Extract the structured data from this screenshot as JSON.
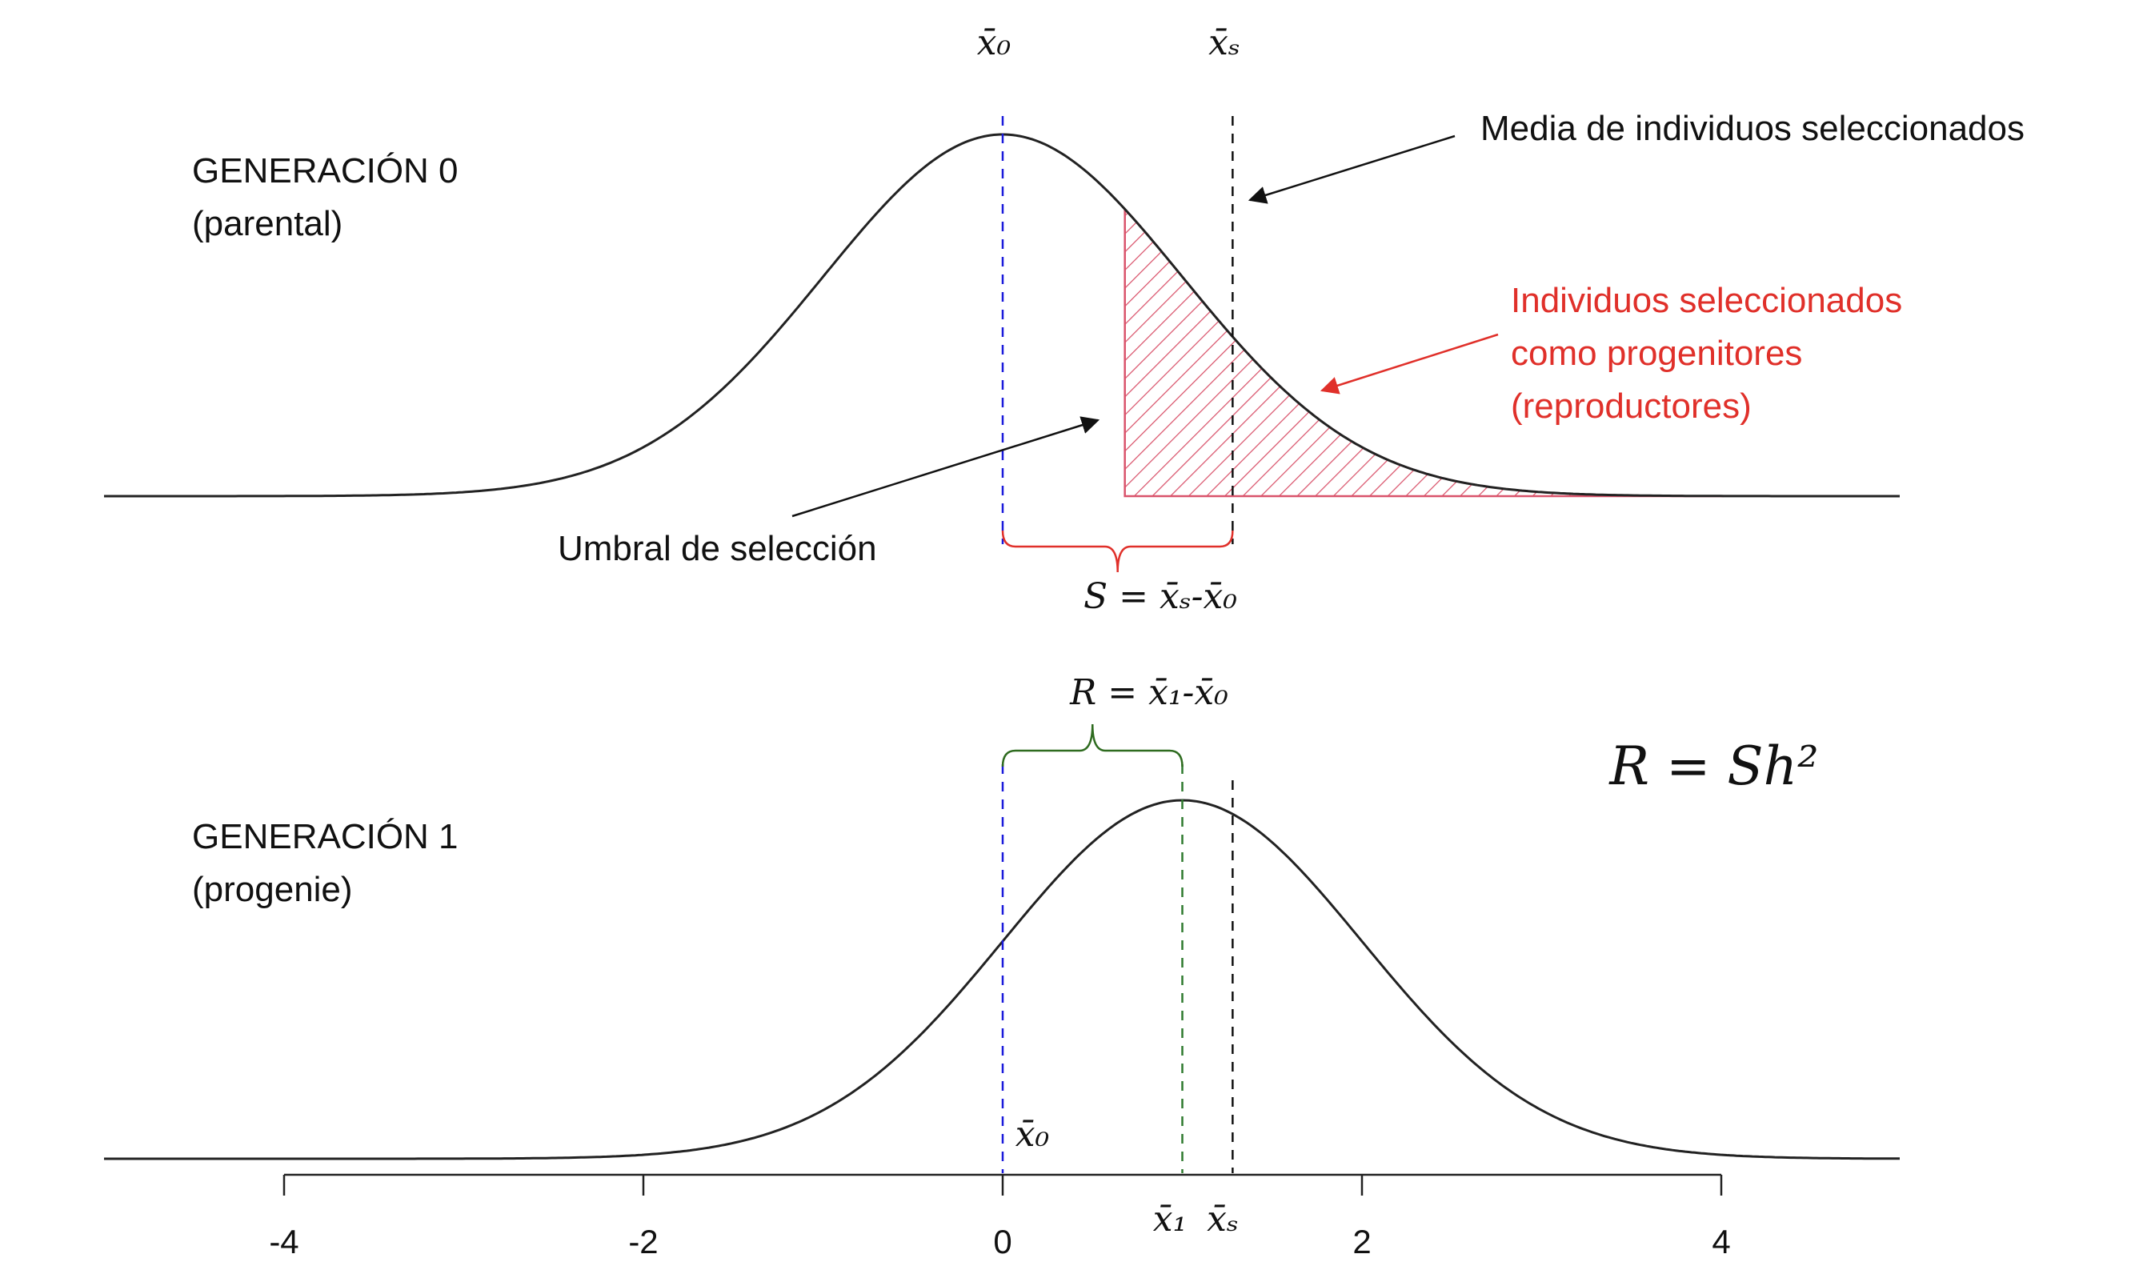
{
  "colors": {
    "curve": "#222222",
    "mean0": "#1a1adb",
    "meanS": "#111111",
    "mean1": "#2e7a2e",
    "selected": "#d9536b",
    "selected_text": "#e0302a",
    "response": "#2e6b1f"
  },
  "generation0": {
    "label_line1": "GENERACIÓN 0",
    "label_line2": "(parental)",
    "mean": 0,
    "sd": 1,
    "threshold": 0.68,
    "selected_mean": 1.28
  },
  "generation1": {
    "label_line1": "GENERACIÓN 1",
    "label_line2": "(progenie)",
    "mean": 1.0,
    "sd": 1
  },
  "annotations": {
    "selected_mean_note": "Media de individuos seleccionados",
    "selected_note_line1": "Individuos seleccionados",
    "selected_note_line2": "como progenitores",
    "selected_note_line3": "(reproductores)",
    "threshold_note": "Umbral de selección",
    "formula": "R = Sh²"
  },
  "symbols": {
    "x0": "x̄₀",
    "xs": "x̄ₛ",
    "x1": "x̄₁",
    "S_def": "S = x̄ₛ-x̄₀",
    "R_def": "R = x̄₁-x̄₀"
  },
  "axis": {
    "ticks": [
      -4,
      -2,
      0,
      2,
      4
    ],
    "tick_labels": [
      "-4",
      "-2",
      "0",
      "2",
      "4"
    ]
  }
}
